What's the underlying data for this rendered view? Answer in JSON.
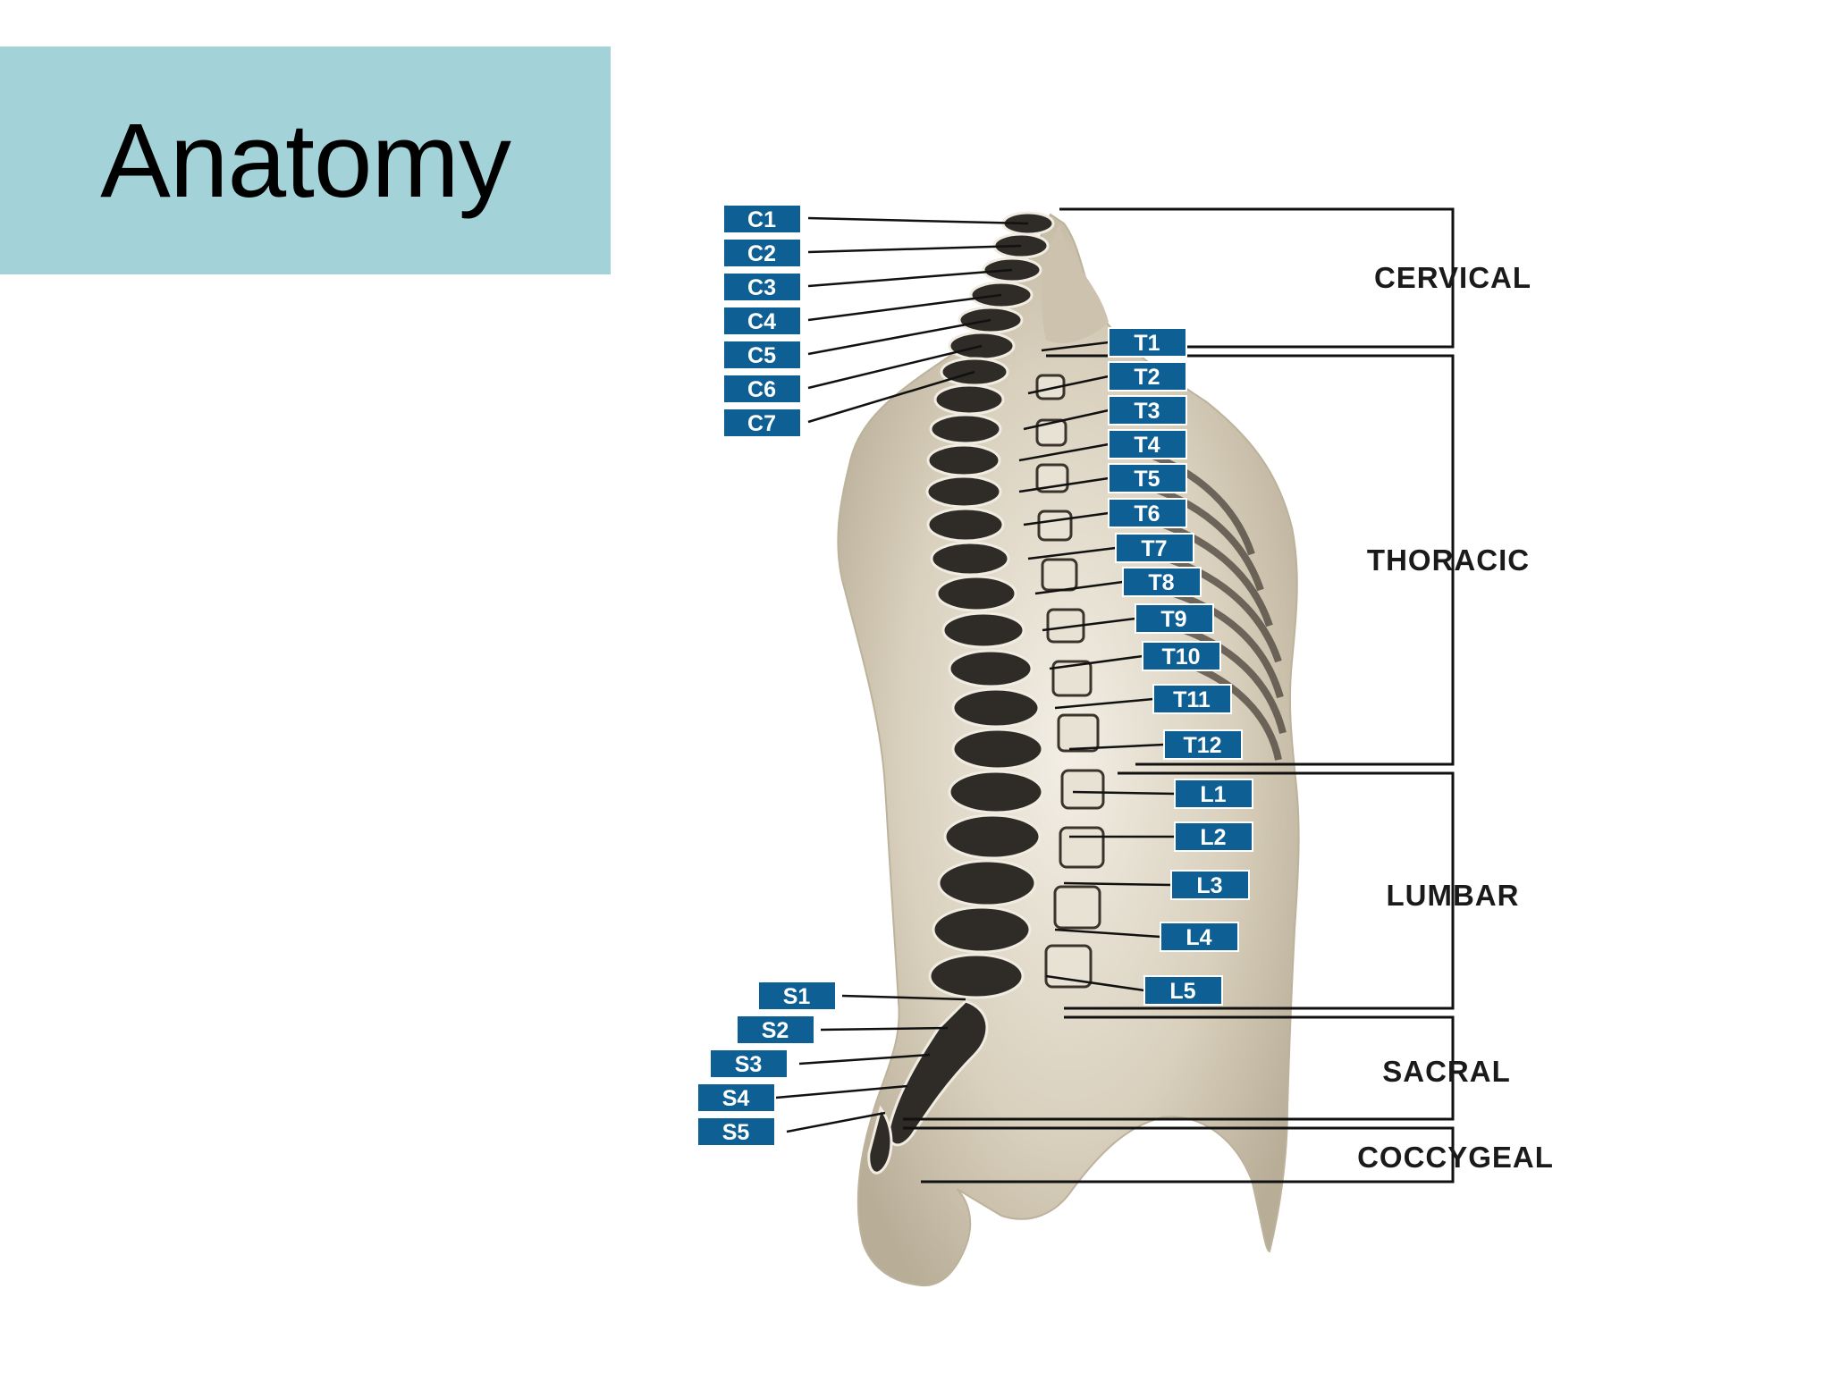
{
  "slide": {
    "title": "Anatomy"
  },
  "diagram": {
    "cervical": [
      "C1",
      "C2",
      "C3",
      "C4",
      "C5",
      "C6",
      "C7"
    ],
    "thoracic": [
      "T1",
      "T2",
      "T3",
      "T4",
      "T5",
      "T6",
      "T7",
      "T8",
      "T9",
      "T10",
      "T11",
      "T12"
    ],
    "lumbar": [
      "L1",
      "L2",
      "L3",
      "L4",
      "L5"
    ],
    "sacral": [
      "S1",
      "S2",
      "S3",
      "S4",
      "S5"
    ],
    "regions": {
      "cervical": "CERVICAL",
      "thoracic": "THORACIC",
      "lumbar": "LUMBAR",
      "sacral": "SACRAL",
      "coccygeal": "COCCYGEAL"
    },
    "colors": {
      "label_bg": "#0e5f94",
      "title_bg": "#a3d3d9",
      "body": "#cfc6b4",
      "bone": "#2f2b26"
    }
  }
}
